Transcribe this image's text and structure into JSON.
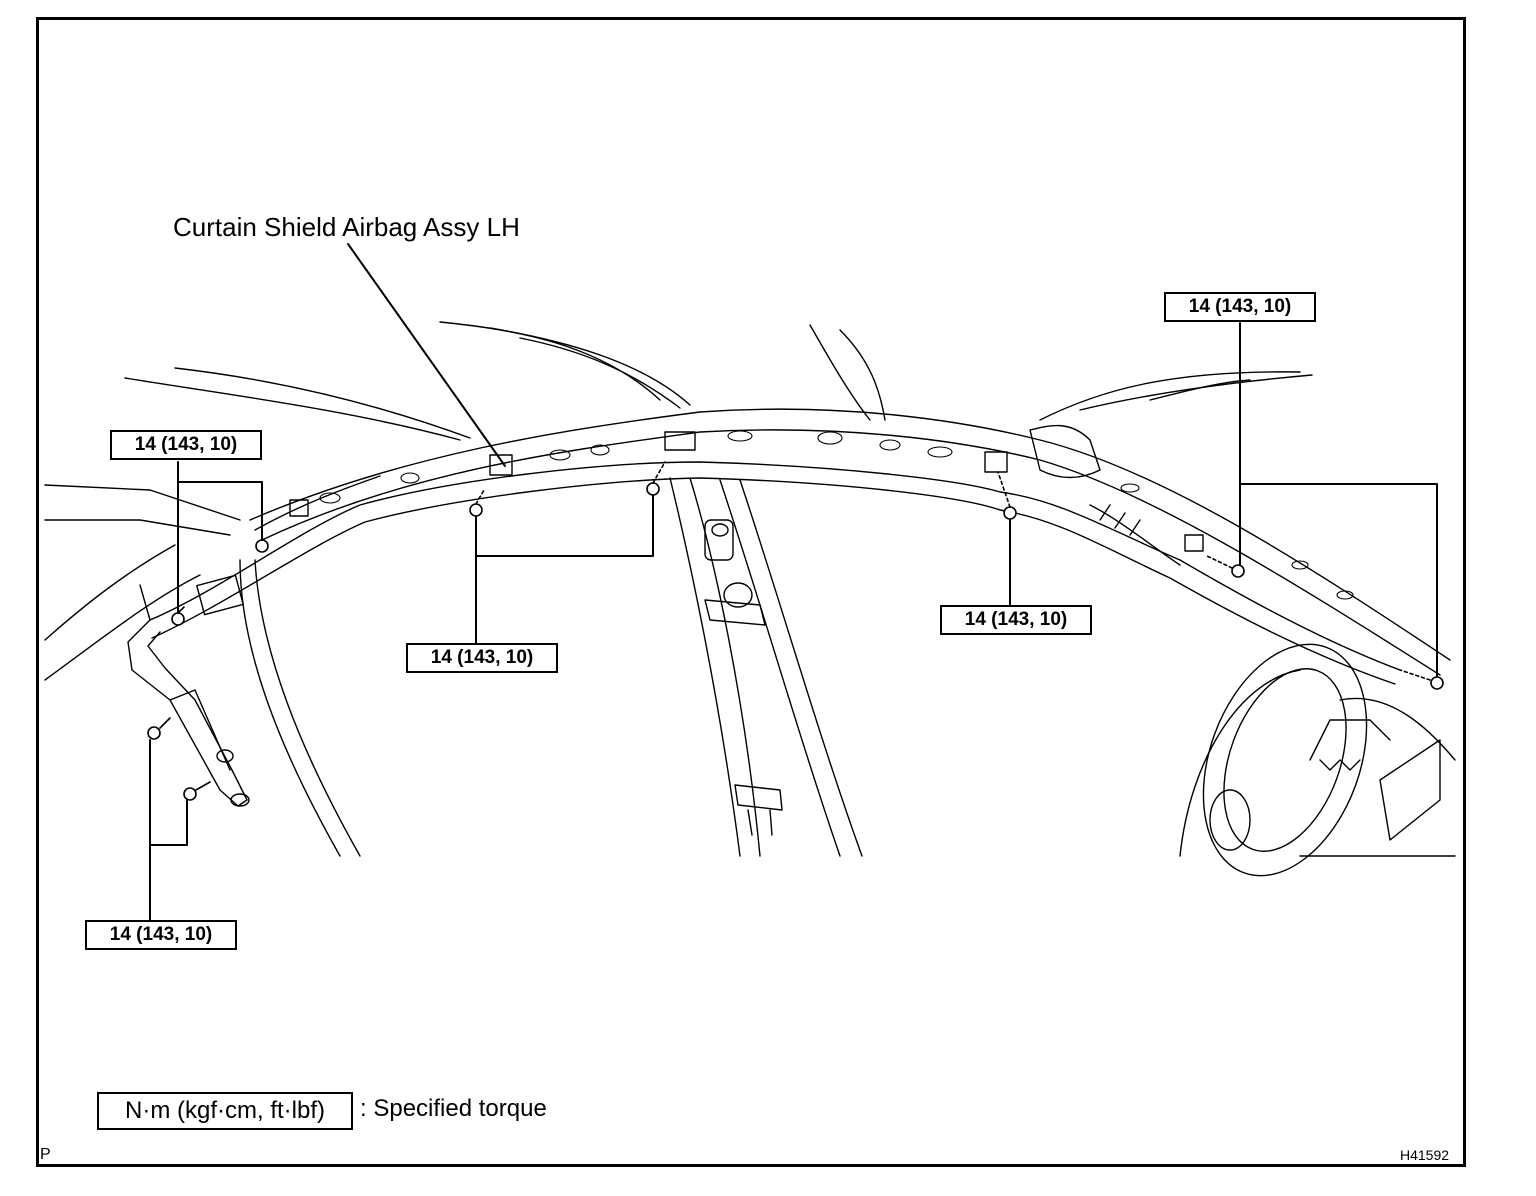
{
  "diagram": {
    "part_label": "Curtain Shield Airbag Assy LH",
    "torque_labels": [
      "14 (143, 10)",
      "14 (143, 10)",
      "14 (143, 10)",
      "14 (143, 10)",
      "14 (143, 10)"
    ],
    "legend": {
      "unit_box": "N·m (kgf·cm, ft·lbf)",
      "description": ": Specified torque"
    },
    "corner_mark": "P",
    "figure_id": "H41592"
  }
}
